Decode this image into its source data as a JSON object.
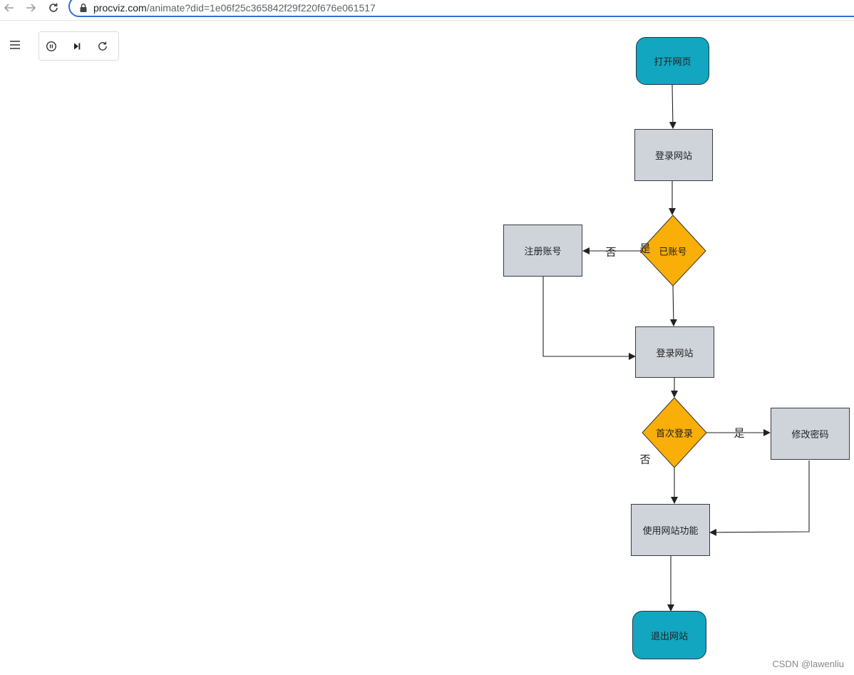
{
  "browser": {
    "url_host": "procviz.com",
    "url_path": "/animate?did=1e06f25c365842f29f220f676e061517",
    "icons": [
      "back-icon",
      "forward-icon",
      "reload-icon",
      "lock-icon"
    ]
  },
  "toolbar": {
    "icons": [
      "menu-icon",
      "pause-icon",
      "step-forward-icon",
      "restart-icon"
    ]
  },
  "flowchart": {
    "nodes": {
      "open": "打开网页",
      "login1": "登录网站",
      "has_account": "已账号",
      "register": "注册账号",
      "login2": "登录网站",
      "first_login": "首次登录",
      "change_pwd": "修改密码",
      "use": "使用网站功能",
      "exit": "退出网站"
    },
    "edge_labels": {
      "has_account_yes": "是",
      "has_account_no": "否",
      "first_login_yes": "是",
      "first_login_no": "否"
    },
    "colors": {
      "terminal": "#12a6c0",
      "process": "#cfd4db",
      "decision": "#f9ae08"
    }
  },
  "watermark": "CSDN @lawenliu"
}
